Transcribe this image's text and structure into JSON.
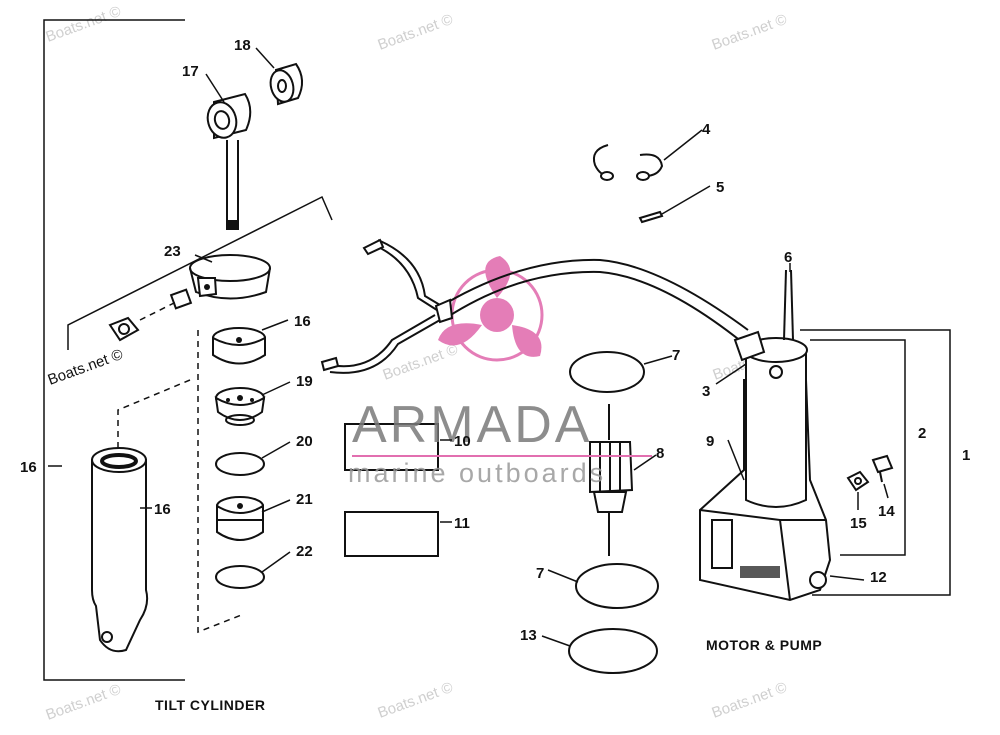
{
  "watermark": "Boats.net ©",
  "brand": {
    "name": "ARMADA",
    "tagline": "marine outboards",
    "accent": "#e26fb0"
  },
  "captions": {
    "tilt_cylinder": "TILT CYLINDER",
    "motor_pump": "MOTOR & PUMP"
  },
  "callouts": {
    "c1": "1",
    "c2": "2",
    "c3": "3",
    "c4": "4",
    "c5": "5",
    "c6": "6",
    "c7a": "7",
    "c7b": "7",
    "c8": "8",
    "c9": "9",
    "c10": "10",
    "c11": "11",
    "c12": "12",
    "c13": "13",
    "c14": "14",
    "c15": "15",
    "c16a": "16",
    "c16b": "16",
    "c16c": "16",
    "c17": "17",
    "c18": "18",
    "c19": "19",
    "c20": "20",
    "c21": "21",
    "c22": "22",
    "c23": "23"
  }
}
